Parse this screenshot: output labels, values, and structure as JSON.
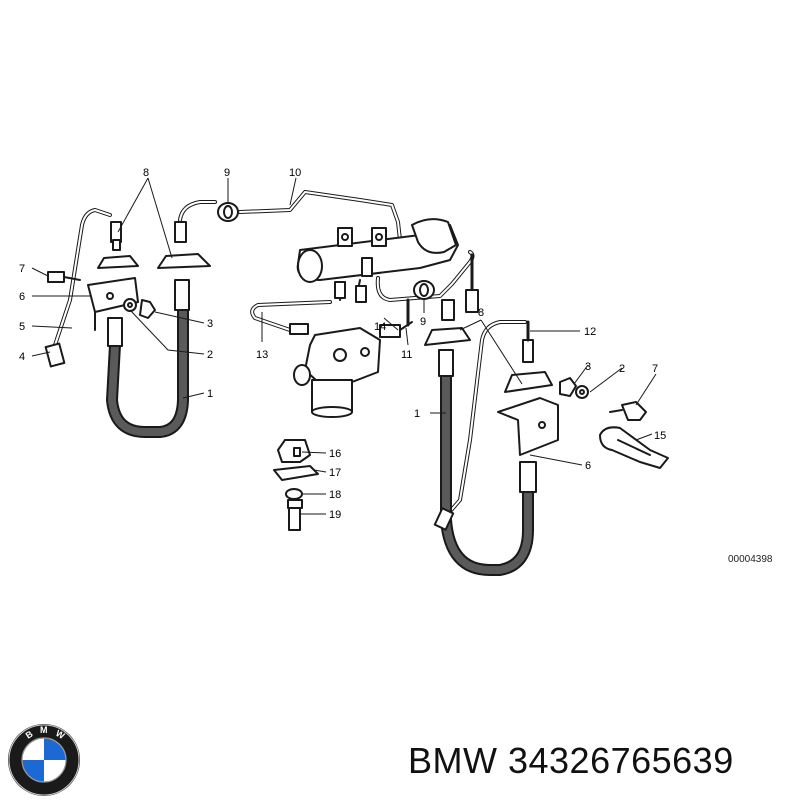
{
  "diagram": {
    "callouts": [
      {
        "id": "c8a",
        "text": "8"
      },
      {
        "id": "c9a",
        "text": "9"
      },
      {
        "id": "c10",
        "text": "10"
      },
      {
        "id": "c7a",
        "text": "7"
      },
      {
        "id": "c6a",
        "text": "6"
      },
      {
        "id": "c5",
        "text": "5"
      },
      {
        "id": "c4",
        "text": "4"
      },
      {
        "id": "c3a",
        "text": "3"
      },
      {
        "id": "c2a",
        "text": "2"
      },
      {
        "id": "c1a",
        "text": "1"
      },
      {
        "id": "c13",
        "text": "13"
      },
      {
        "id": "c14",
        "text": "14"
      },
      {
        "id": "c11",
        "text": "11"
      },
      {
        "id": "c9b",
        "text": "9"
      },
      {
        "id": "c8b",
        "text": "8"
      },
      {
        "id": "c12",
        "text": "12"
      },
      {
        "id": "c3b",
        "text": "3"
      },
      {
        "id": "c2b",
        "text": "2"
      },
      {
        "id": "c7b",
        "text": "7"
      },
      {
        "id": "c1b",
        "text": "1"
      },
      {
        "id": "c15",
        "text": "15"
      },
      {
        "id": "c6b",
        "text": "6"
      },
      {
        "id": "c16",
        "text": "16"
      },
      {
        "id": "c17",
        "text": "17"
      },
      {
        "id": "c18",
        "text": "18"
      },
      {
        "id": "c19",
        "text": "19"
      }
    ],
    "reference_code": "00004398"
  },
  "logo": {
    "text": "BMW",
    "colors": {
      "ring": "#1a1a1a",
      "blue": "#1c69d4",
      "white": "#ffffff"
    }
  },
  "caption": {
    "text": "BMW 34326765639"
  }
}
